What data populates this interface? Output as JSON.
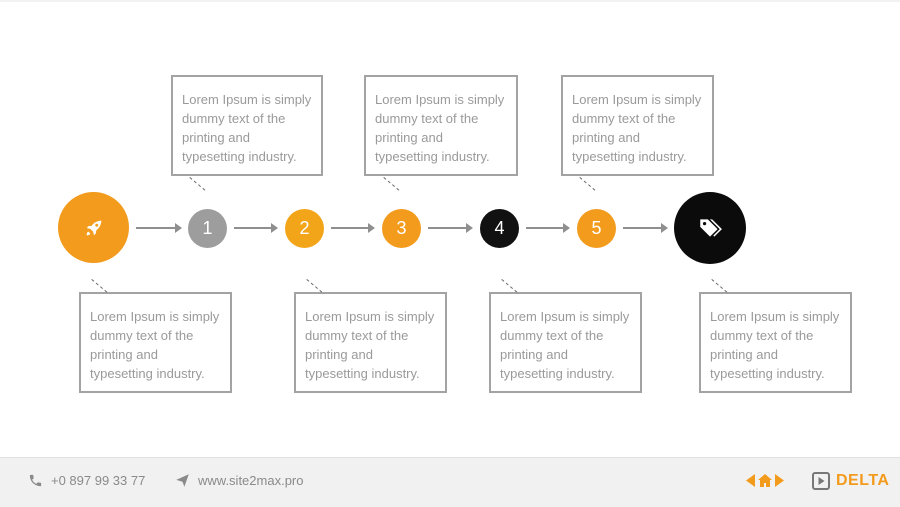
{
  "steps": [
    {
      "label": "1",
      "color": "#9d9d9d"
    },
    {
      "label": "2",
      "color": "#f3a51a"
    },
    {
      "label": "3",
      "color": "#f39b1d"
    },
    {
      "label": "4",
      "color": "#111111"
    },
    {
      "label": "5",
      "color": "#f39b1d"
    }
  ],
  "start_node": {
    "icon": "rocket-icon",
    "color": "#f39b1d"
  },
  "end_node": {
    "icon": "tag-icon",
    "color": "#0b0b0b"
  },
  "callouts": [
    {
      "text": "Lorem Ipsum is simply dummy text of the printing and typesetting industry."
    },
    {
      "text": "Lorem Ipsum is simply dummy text of the printing and typesetting industry."
    },
    {
      "text": "Lorem Ipsum is simply dummy text of the printing and typesetting industry."
    },
    {
      "text": "Lorem Ipsum is simply dummy text of the printing and typesetting industry."
    },
    {
      "text": "Lorem Ipsum is simply dummy text of the printing and typesetting industry."
    },
    {
      "text": "Lorem Ipsum is simply dummy text of the printing and typesetting industry."
    },
    {
      "text": "Lorem Ipsum is simply dummy text of the printing and typesetting industry."
    }
  ],
  "footer": {
    "phone": "+0 897 99 33 77",
    "website": "www.site2max.pro",
    "brand": "DELTA"
  }
}
